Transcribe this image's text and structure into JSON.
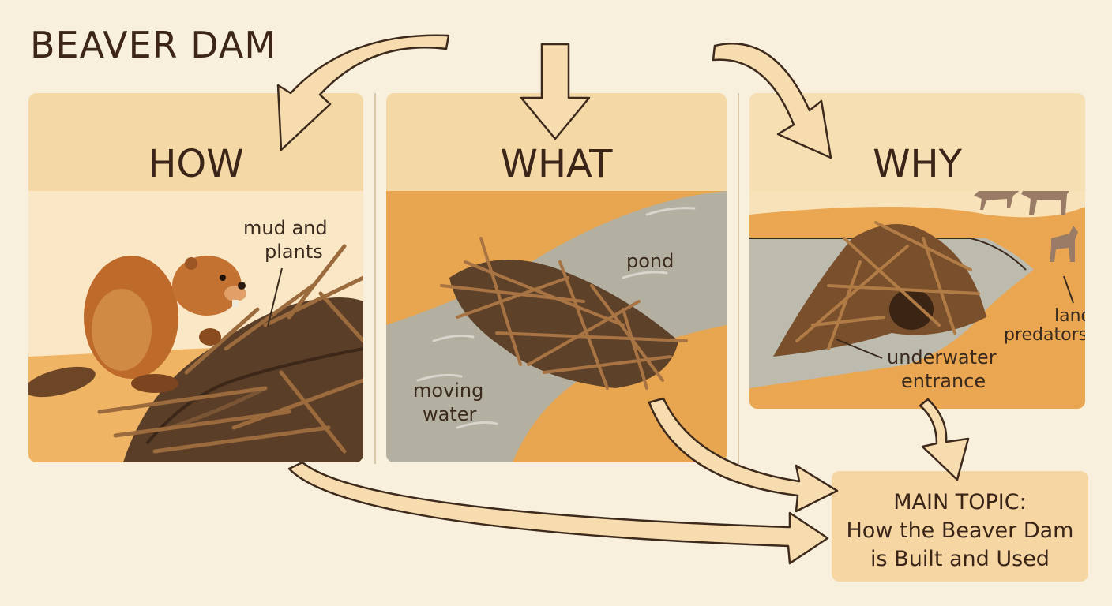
{
  "title": "BEAVER DAM",
  "panels": {
    "how": {
      "heading": "HOW",
      "labels": {
        "mud": "mud and",
        "plants": "plants"
      }
    },
    "what": {
      "heading": "WHAT",
      "labels": {
        "pond": "pond",
        "moving": "moving",
        "water": "water"
      }
    },
    "why": {
      "heading": "WHY",
      "labels": {
        "land": "land",
        "predators": "predators",
        "underwater": "underwater",
        "entrance": "entrance"
      }
    }
  },
  "main_topic": {
    "line1": "MAIN TOPIC:",
    "line2": "How the Beaver Dam",
    "line3": "is Built and Used"
  },
  "colors": {
    "arrow_fill": "#f6dcae",
    "arrow_stroke": "#3d2a1c",
    "water": "#b3b0a3",
    "mud": "#5e4129",
    "sand": "#eeaa54"
  }
}
